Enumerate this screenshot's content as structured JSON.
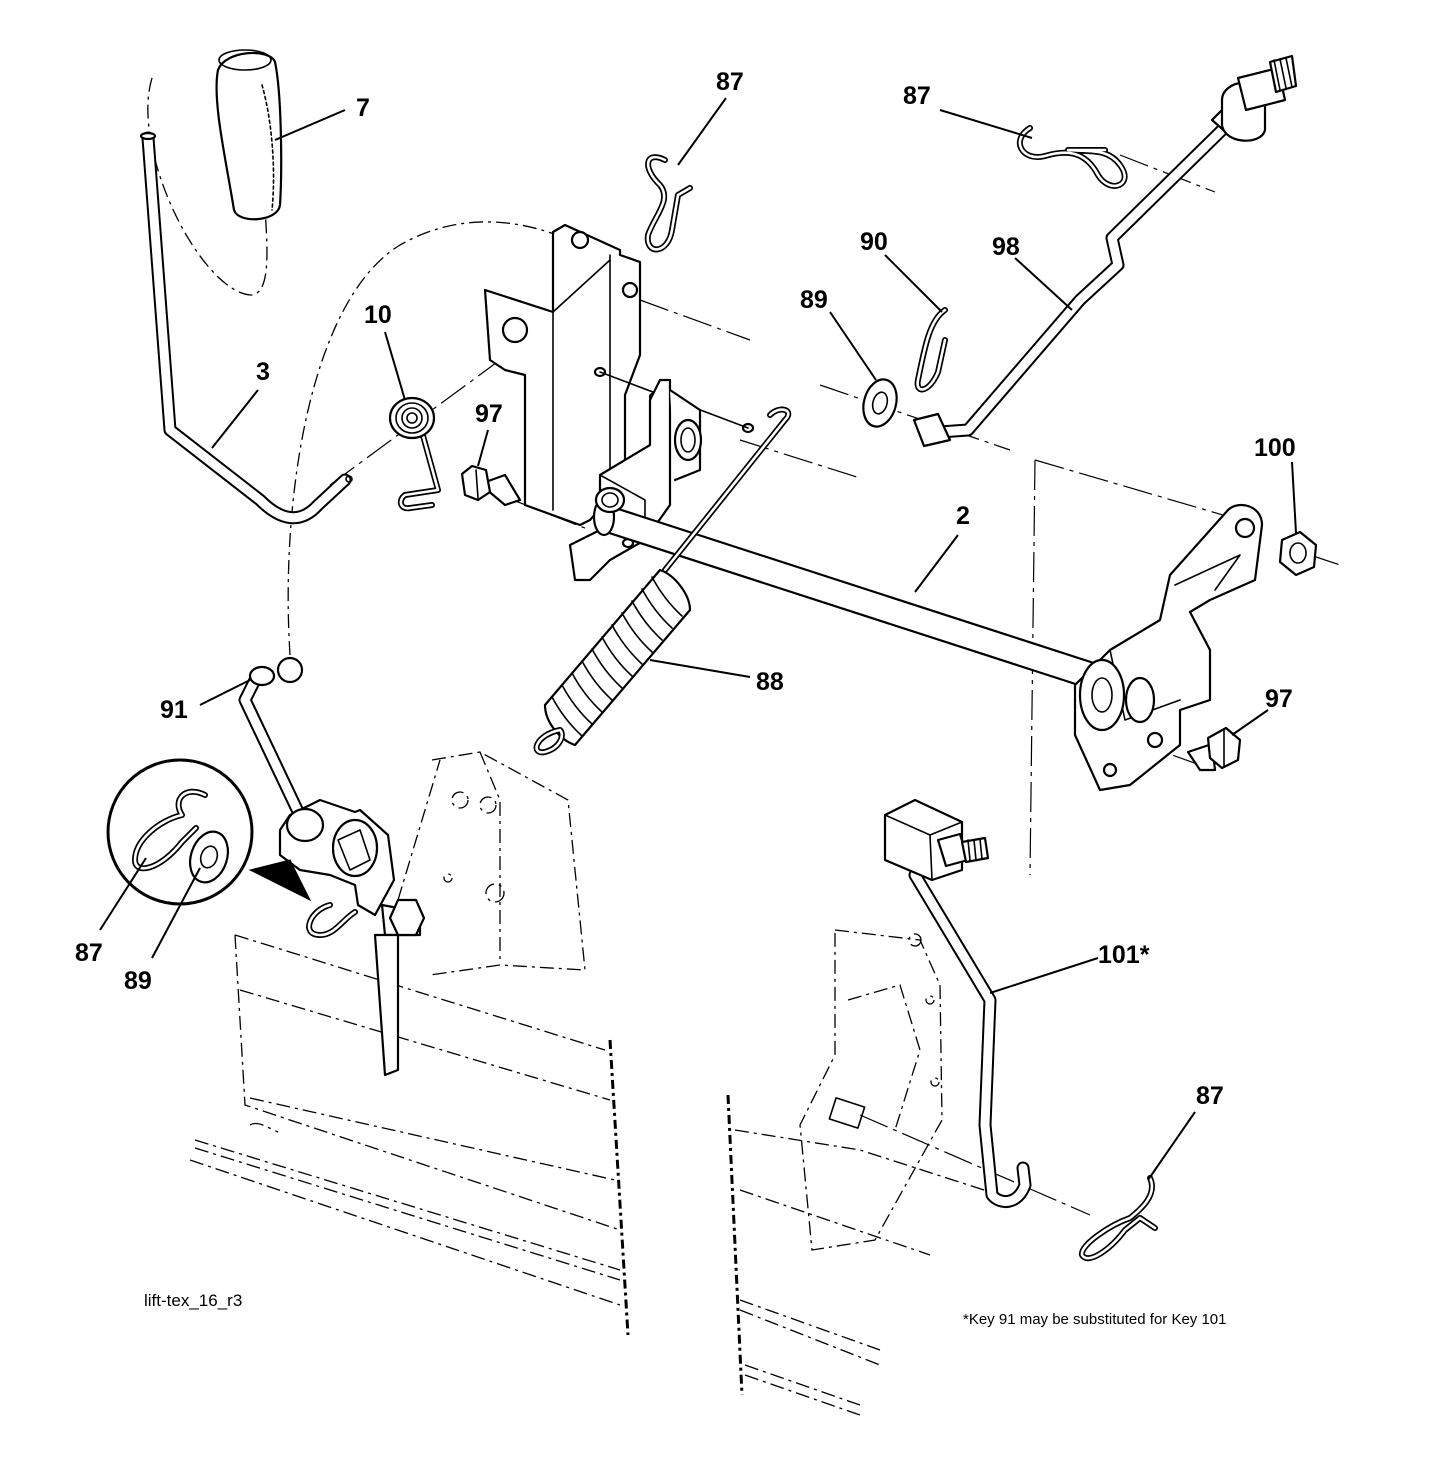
{
  "callouts": [
    {
      "id": "c7",
      "label": "7"
    },
    {
      "id": "c87a",
      "label": "87"
    },
    {
      "id": "c87b",
      "label": "87"
    },
    {
      "id": "c90",
      "label": "90"
    },
    {
      "id": "c98",
      "label": "98"
    },
    {
      "id": "c89a",
      "label": "89"
    },
    {
      "id": "c10",
      "label": "10"
    },
    {
      "id": "c3",
      "label": "3"
    },
    {
      "id": "c97a",
      "label": "97"
    },
    {
      "id": "c100",
      "label": "100"
    },
    {
      "id": "c2",
      "label": "2"
    },
    {
      "id": "c88",
      "label": "88"
    },
    {
      "id": "c91",
      "label": "91"
    },
    {
      "id": "c97b",
      "label": "97"
    },
    {
      "id": "c87c",
      "label": "87"
    },
    {
      "id": "c89b",
      "label": "89"
    },
    {
      "id": "c101",
      "label": "101*"
    },
    {
      "id": "c87d",
      "label": "87"
    }
  ],
  "caption": "lift-tex_16_r3",
  "footnote": "*Key 91 may be substituted for Key 101"
}
